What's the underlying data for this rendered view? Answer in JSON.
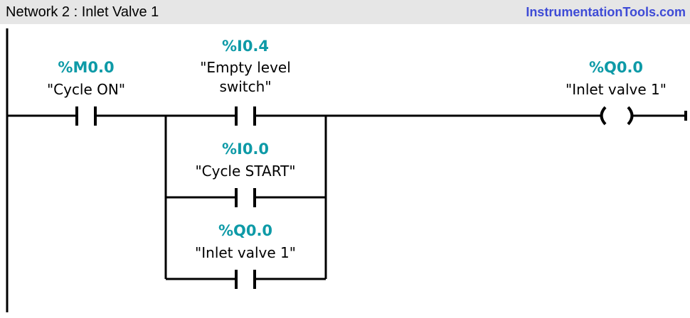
{
  "network": {
    "title": "Network 2 : Inlet Valve 1"
  },
  "watermark": "InstrumentationTools.com",
  "colors": {
    "address": "#0e9aa7",
    "watermark": "#3e4bd6",
    "header_bg": "#e6e6e6",
    "wire": "#000000"
  },
  "elements": {
    "m00": {
      "address": "%M0.0",
      "tag_lines": [
        "\"Cycle ON\""
      ]
    },
    "i04": {
      "address": "%I0.4",
      "tag_lines": [
        "\"Empty level",
        "switch\""
      ]
    },
    "i00": {
      "address": "%I0.0",
      "tag_lines": [
        "\"Cycle START\""
      ]
    },
    "q00_contact": {
      "address": "%Q0.0",
      "tag_lines": [
        "\"Inlet valve 1\""
      ]
    },
    "q00_coil": {
      "address": "%Q0.0",
      "tag_lines": [
        "\"Inlet valve 1\""
      ]
    }
  }
}
